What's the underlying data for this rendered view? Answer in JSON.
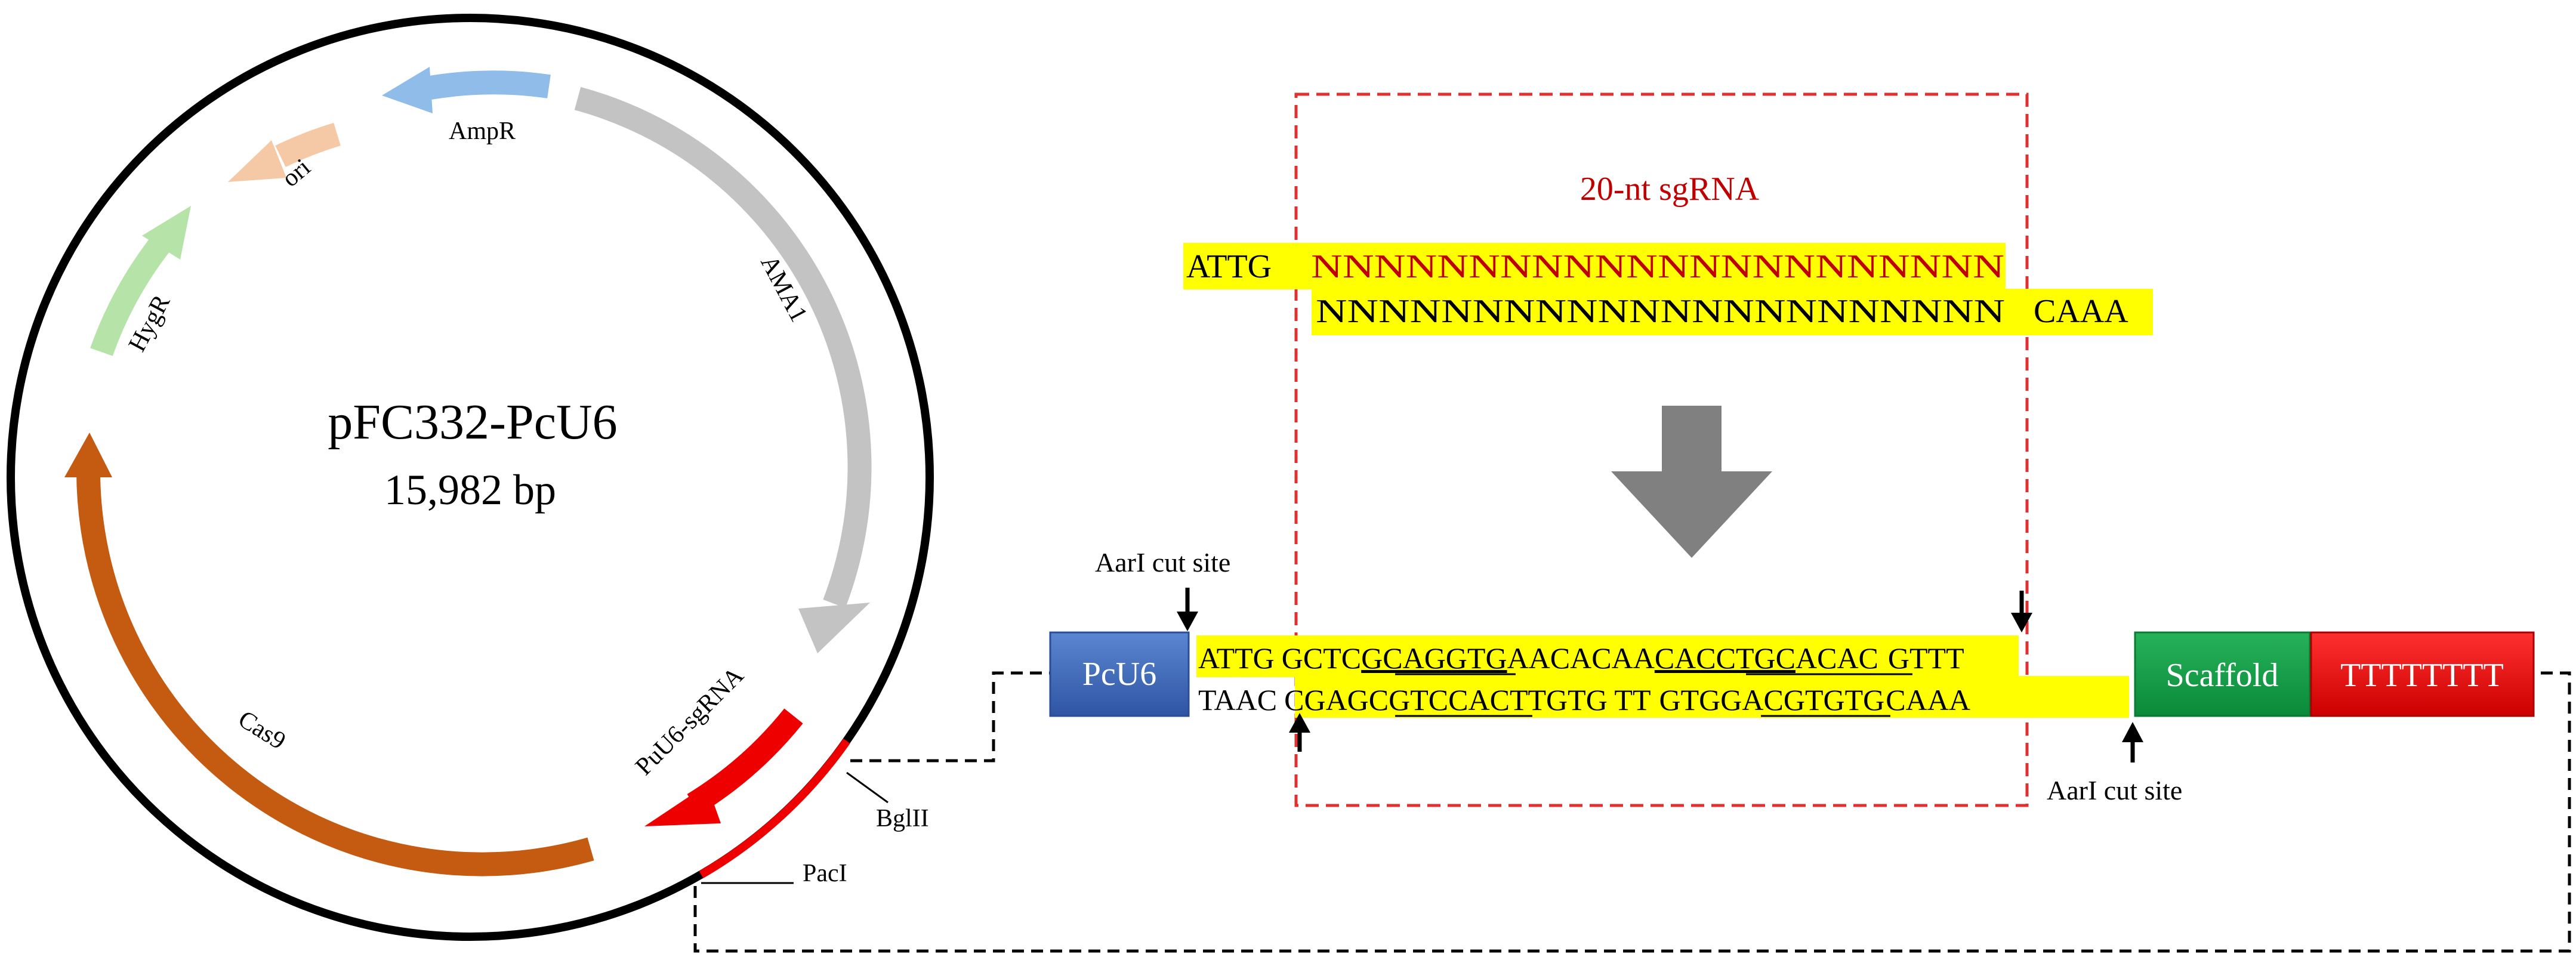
{
  "plasmid": {
    "name": "pFC332-PcU6",
    "size": "15,982 bp",
    "features": {
      "ampr": "AmpR",
      "ori": "ori",
      "ama1": "AMA1",
      "hygr": "HygR",
      "cas9": "Cas9",
      "pu6_sgrna": "PuU6-sgRNA"
    },
    "sites": {
      "bglii": "BglII",
      "paci": "PacI"
    }
  },
  "sgrna": {
    "title": "20-nt sgRNA",
    "top_prefix": "ATTG",
    "top_n": "NNNNNNNNNNNNNNNNNNNNNN",
    "bottom_n": "NNNNNNNNNNNNNNNNNNNNNN",
    "bottom_suffix": "CAAA"
  },
  "construct": {
    "promoter": "PcU6",
    "scaffold": "Scaffold",
    "terminator": "TTTTTTTT",
    "aari_top": "AarI cut site",
    "aari_bottom": "AarI cut site",
    "top": {
      "left": "ATTG",
      "s1": "GCTC",
      "s2": "GCAGGTG",
      "s3": "AACACAA",
      "s4": "CACCTGC",
      "s5": "ACAC",
      "right": "GTTT"
    },
    "bottom": {
      "left": "TAAC",
      "s1": "CGAG",
      "s2": "CGTCCAC",
      "s3": "TTGTG TT",
      "s4": "GTGGACG",
      "s5": "TGTG",
      "right": "CAAA"
    }
  },
  "colors": {
    "highlight": "#ffff00",
    "dashed_red": "#e03030",
    "sgrna_red": "#c00000",
    "ampr": "#8fbce8",
    "ori": "#f5c9a6",
    "ama1": "#c3c3c3",
    "hygr": "#b6e3a8",
    "cas9": "#c55a11",
    "pu6": "#ee0000",
    "pcu6_box": "#3a66b8",
    "scaffold_box": "#0f9a45",
    "term_box": "#e00000",
    "big_arrow": "#808080"
  }
}
